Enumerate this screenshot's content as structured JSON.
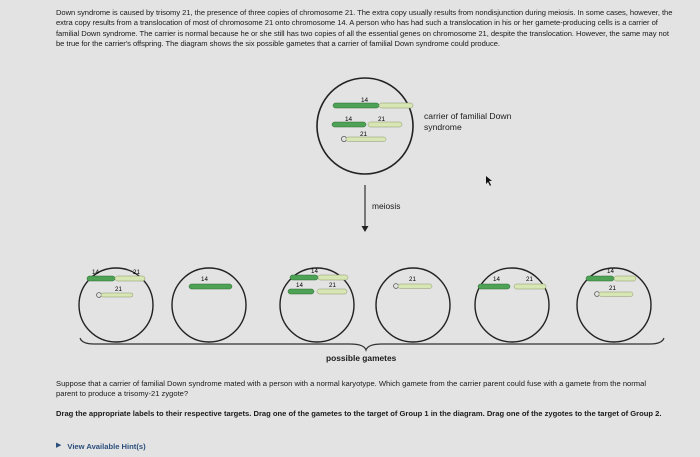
{
  "intro_text": "Down syndrome is caused by trisomy 21, the presence of three copies of chromosome 21. The extra copy usually results from nondisjunction during meiosis. In some cases, however, the extra copy results from a translocation of most of chromosome 21 onto chromosome 14. A person who has had such a translocation in his or her gamete-producing cells is a carrier of familial Down syndrome. The carrier is normal because he or she still has two copies of all the essential genes on chromosome 21, despite the translocation. However, the same may not be true for the carrier's offspring. The diagram shows the six possible gametes that a carrier of familial Down syndrome could produce.",
  "diagram": {
    "carrier_label": "carrier of familial Down syndrome",
    "meiosis_label": "meiosis",
    "gametes_label": "possible gametes",
    "chrom_labels": {
      "c14": "14",
      "c21": "21"
    },
    "colors": {
      "chrom14": "#4ea255",
      "chrom21": "#d8e5b4",
      "outline": "#222222",
      "brace": "#333333"
    }
  },
  "question_text": "Suppose that a carrier of familial Down syndrome mated with a person with a normal karyotype. Which gamete from the carrier parent could fuse with a gamete from the normal parent to produce a trisomy-21 zygote?",
  "instructions_text": "Drag the appropriate labels to their respective targets. Drag one of the gametes to the target of Group 1 in the diagram. Drag one of the zygotes to the target of Group 2.",
  "hint_text": "View Available Hint(s)"
}
